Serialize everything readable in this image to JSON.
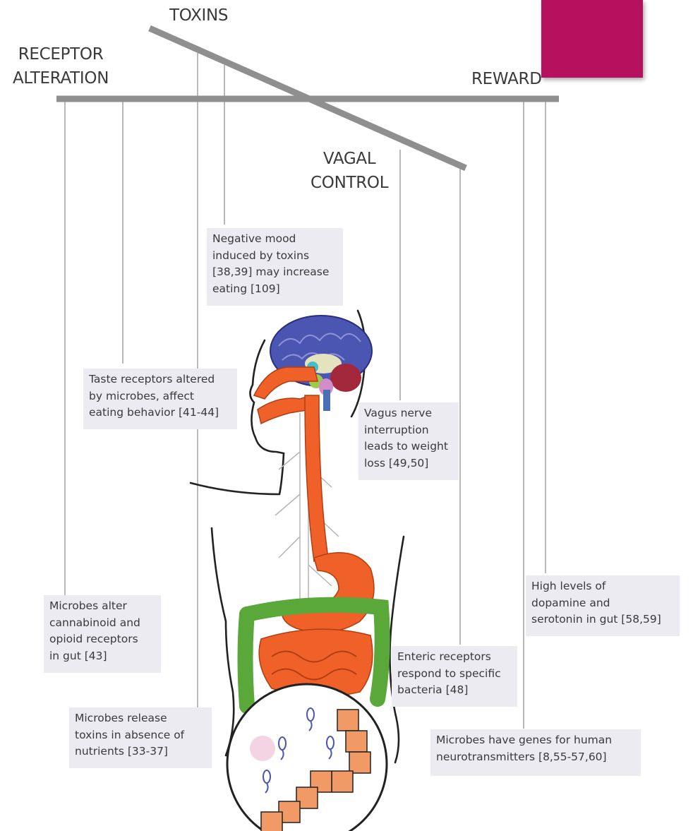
{
  "titles": {
    "toxins": "TOXINS",
    "receptor_alteration": [
      "RECEPTOR",
      "ALTERATION"
    ],
    "reward": "REWARD",
    "vagal_control": [
      "VAGAL",
      "CONTROL"
    ]
  },
  "notes": {
    "mood": [
      "Negative mood",
      "induced by toxins",
      "[38,39] may increase",
      "eating [109]"
    ],
    "taste": [
      "Taste receptors altered",
      "by microbes, affect",
      "eating behavior [41-44]"
    ],
    "vagus": [
      "Vagus nerve",
      "interruption",
      "leads to weight",
      "loss [49,50]"
    ],
    "dopamine": [
      "High levels of",
      "dopamine and",
      "serotonin in gut [58,59]"
    ],
    "cannabinoid": [
      "Microbes alter",
      "cannabinoid and",
      "opioid receptors",
      "in gut [43]"
    ],
    "enteric": [
      "Enteric receptors",
      "respond to specific",
      "bacteria [48]"
    ],
    "toxins_release": [
      "Microbes release",
      "toxins in absence of",
      "nutrients [33-37]"
    ],
    "genes": [
      "Microbes have genes for human",
      "neurotransmitters [8,55-57,60]"
    ]
  },
  "colors": {
    "accent": "#b5115f",
    "bar": "#8f8f8f",
    "string": "#b9b9b9",
    "brain": "#4b56b3",
    "digestive": "#f0612a",
    "colon": "#5aa83a",
    "epithelium": "#f29a66"
  },
  "icons": [
    "brain-icon",
    "digestive-tract-icon",
    "microbe-icon"
  ]
}
